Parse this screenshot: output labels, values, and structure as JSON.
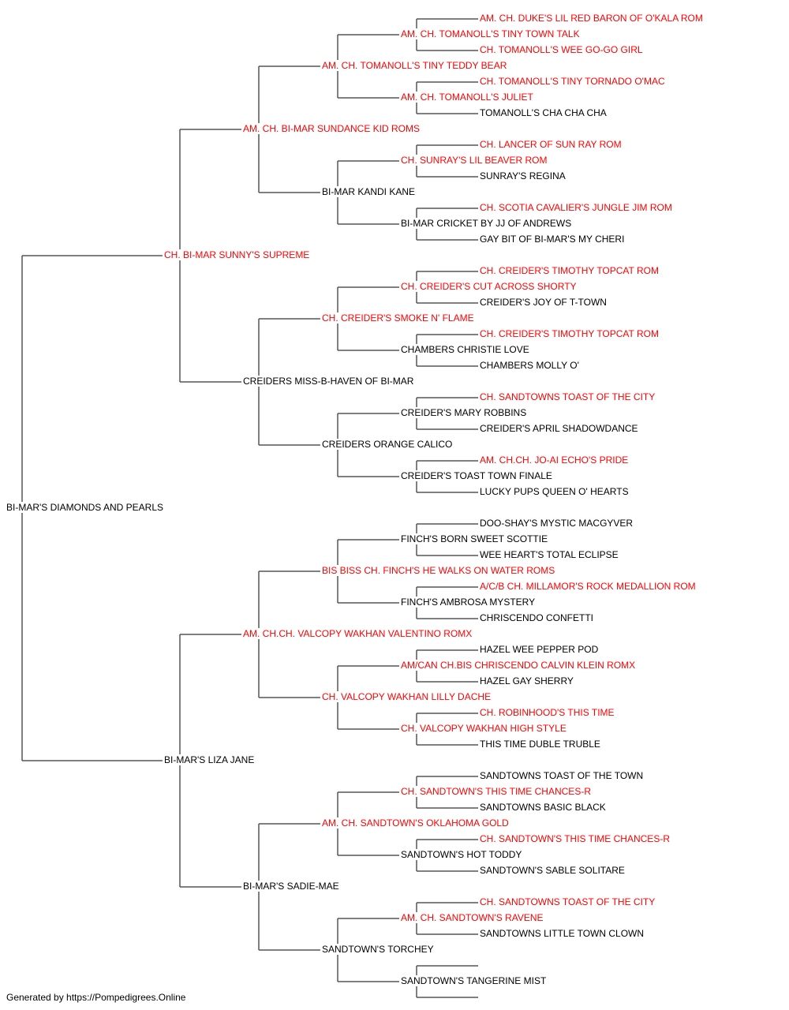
{
  "pedigree": {
    "subject": "BI-MAR'S DIAMONDS AND PEARLS",
    "colors": {
      "champion": "#ff0000",
      "regular": "#000000",
      "line": "#555555"
    },
    "nodes": {
      "g1": [
        {
          "id": "s",
          "name": "CH. BI-MAR SUNNY'S SUPREME",
          "champion": true
        },
        {
          "id": "d",
          "name": "BI-MAR'S LIZA JANE",
          "champion": false
        }
      ],
      "g2": [
        {
          "id": "ss",
          "name": "AM. CH. BI-MAR SUNDANCE KID ROMS",
          "champion": true
        },
        {
          "id": "sd",
          "name": "CREIDERS MISS-B-HAVEN OF BI-MAR",
          "champion": false
        },
        {
          "id": "ds",
          "name": "AM. CH.CH. VALCOPY WAKHAN VALENTINO ROMX",
          "champion": true
        },
        {
          "id": "dd",
          "name": "BI-MAR'S SADIE-MAE",
          "champion": false
        }
      ],
      "g3": [
        {
          "id": "sss",
          "name": "AM. CH. TOMANOLL'S TINY TEDDY BEAR",
          "champion": true
        },
        {
          "id": "ssd",
          "name": "BI-MAR KANDI KANE",
          "champion": false
        },
        {
          "id": "sds",
          "name": "CH. CREIDER'S SMOKE N' FLAME",
          "champion": true
        },
        {
          "id": "sdd",
          "name": "CREIDERS ORANGE CALICO",
          "champion": false
        },
        {
          "id": "dss",
          "name": "BIS BISS CH. FINCH'S HE WALKS ON WATER ROMS",
          "champion": true
        },
        {
          "id": "dsd",
          "name": "CH. VALCOPY WAKHAN LILLY DACHE",
          "champion": true
        },
        {
          "id": "dds",
          "name": "AM. CH. SANDTOWN'S OKLAHOMA GOLD",
          "champion": true
        },
        {
          "id": "ddd",
          "name": "SANDTOWN'S TORCHEY",
          "champion": false
        }
      ],
      "g4": [
        {
          "id": "ssss",
          "name": "AM. CH. TOMANOLL'S TINY TOWN TALK",
          "champion": true
        },
        {
          "id": "sssd",
          "name": "AM. CH. TOMANOLL'S JULIET",
          "champion": true
        },
        {
          "id": "ssds",
          "name": "CH. SUNRAY'S LIL BEAVER ROM",
          "champion": true
        },
        {
          "id": "ssdd",
          "name": "BI-MAR CRICKET BY JJ OF ANDREWS",
          "champion": false
        },
        {
          "id": "sdss",
          "name": "CH. CREIDER'S CUT ACROSS SHORTY",
          "champion": true
        },
        {
          "id": "sdsd",
          "name": "CHAMBERS CHRISTIE LOVE",
          "champion": false
        },
        {
          "id": "sdds",
          "name": "CREIDER'S MARY ROBBINS",
          "champion": false
        },
        {
          "id": "sddd",
          "name": "CREIDER'S TOAST TOWN FINALE",
          "champion": false
        },
        {
          "id": "dsss",
          "name": "FINCH'S BORN SWEET SCOTTIE",
          "champion": false
        },
        {
          "id": "dssd",
          "name": "FINCH'S AMBROSA MYSTERY",
          "champion": false
        },
        {
          "id": "dsds",
          "name": "AM/CAN CH.BIS CHRISCENDO CALVIN KLEIN ROMX",
          "champion": true
        },
        {
          "id": "dsdd",
          "name": "CH. VALCOPY WAKHAN HIGH STYLE",
          "champion": true
        },
        {
          "id": "ddss",
          "name": "CH. SANDTOWN'S THIS TIME CHANCES-R",
          "champion": true
        },
        {
          "id": "ddsd",
          "name": "SANDTOWN'S HOT TODDY",
          "champion": false
        },
        {
          "id": "ddds",
          "name": "AM. CH. SANDTOWN'S RAVENE",
          "champion": true
        },
        {
          "id": "dddd",
          "name": "SANDTOWN'S TANGERINE MIST",
          "champion": false
        }
      ],
      "g5": [
        {
          "id": "sssss",
          "name": "AM. CH. DUKE'S LIL RED BARON OF O'KALA ROM",
          "champion": true
        },
        {
          "id": "ssssd",
          "name": "CH. TOMANOLL'S WEE GO-GO GIRL",
          "champion": true
        },
        {
          "id": "sssds",
          "name": "CH. TOMANOLL'S TINY TORNADO O'MAC",
          "champion": true
        },
        {
          "id": "sssdd",
          "name": "TOMANOLL'S CHA CHA CHA",
          "champion": false
        },
        {
          "id": "ssdss",
          "name": "CH. LANCER OF SUN RAY ROM",
          "champion": true
        },
        {
          "id": "ssdsd",
          "name": "SUNRAY'S REGINA",
          "champion": false
        },
        {
          "id": "ssdds",
          "name": "CH. SCOTIA CAVALIER'S JUNGLE JIM ROM",
          "champion": true
        },
        {
          "id": "ssddd",
          "name": "GAY BIT OF BI-MAR'S MY CHERI",
          "champion": false
        },
        {
          "id": "sdsss",
          "name": "CH. CREIDER'S TIMOTHY TOPCAT ROM",
          "champion": true
        },
        {
          "id": "sdssd",
          "name": "CREIDER'S JOY OF T-TOWN",
          "champion": false
        },
        {
          "id": "sdsds",
          "name": "CH. CREIDER'S TIMOTHY TOPCAT ROM",
          "champion": true
        },
        {
          "id": "sdsdd",
          "name": "CHAMBERS MOLLY O'",
          "champion": false
        },
        {
          "id": "sddds",
          "name": "CH. SANDTOWNS TOAST OF THE CITY",
          "champion": true
        },
        {
          "id": "sdddd",
          "name": "CREIDER'S APRIL SHADOWDANCE",
          "champion": false
        },
        {
          "id": "dssss",
          "name": "AM. CH.CH. JO-AI ECHO'S PRIDE",
          "champion": true
        },
        {
          "id": "dsssd",
          "name": "LUCKY PUPS QUEEN O' HEARTS",
          "champion": false
        },
        {
          "id": "dssds",
          "name": "DOO-SHAY'S MYSTIC MACGYVER",
          "champion": false
        },
        {
          "id": "dssdd",
          "name": "WEE HEART'S TOTAL ECLIPSE",
          "champion": false
        },
        {
          "id": "dsdss",
          "name": "A/C/B CH. MILLAMOR'S ROCK MEDALLION ROM",
          "champion": true
        },
        {
          "id": "dsdsd",
          "name": "CHRISCENDO CONFETTI",
          "champion": false
        },
        {
          "id": "dsdds",
          "name": "HAZEL WEE PEPPER POD",
          "champion": false
        },
        {
          "id": "dsddd",
          "name": "HAZEL GAY SHERRY",
          "champion": false
        },
        {
          "id": "ddsss",
          "name": "CH. ROBINHOOD'S THIS TIME",
          "champion": true
        },
        {
          "id": "ddssd",
          "name": "THIS TIME DUBLE TRUBLE",
          "champion": false
        },
        {
          "id": "ddsds",
          "name": "SANDTOWNS TOAST OF THE TOWN",
          "champion": false
        },
        {
          "id": "ddsdd",
          "name": "SANDTOWNS BASIC BLACK",
          "champion": false
        },
        {
          "id": "dddss",
          "name": "CH. SANDTOWN'S THIS TIME CHANCES-R",
          "champion": true
        },
        {
          "id": "dddsd",
          "name": "SANDTOWN'S SABLE SOLITARE",
          "champion": false
        },
        {
          "id": "dddds",
          "name": "CH. SANDTOWNS TOAST OF THE CITY",
          "champion": true
        },
        {
          "id": "ddddd",
          "name": "SANDTOWNS LITTLE TOWN CLOWN",
          "champion": false
        }
      ]
    }
  },
  "footer": {
    "text": "Generated by https://Pompedigrees.Online"
  }
}
